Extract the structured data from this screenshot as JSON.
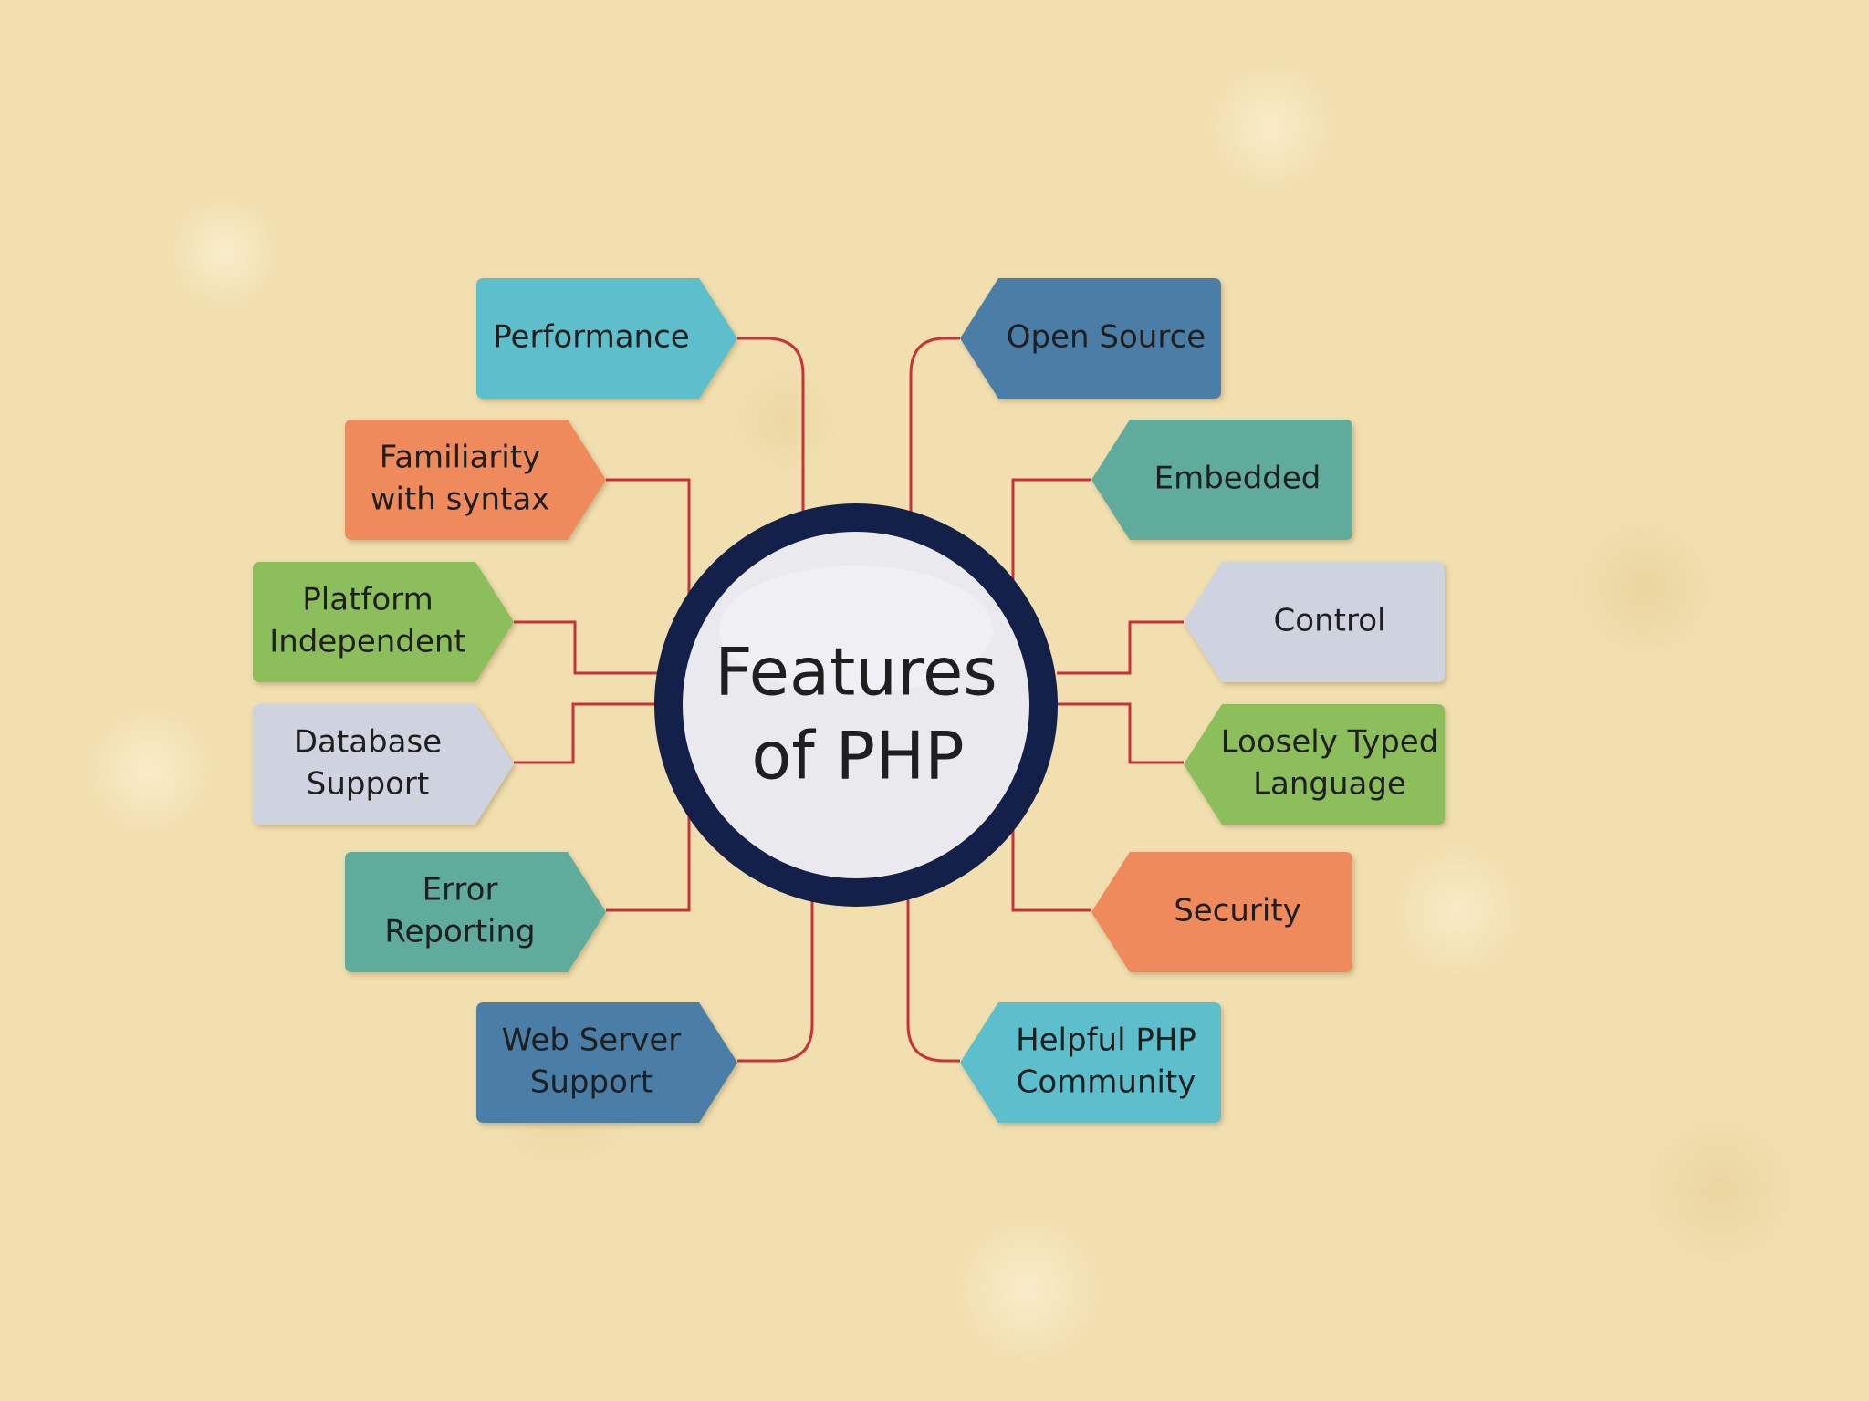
{
  "colors": {
    "connector": "#c8323a",
    "ring": "#13204a",
    "circle_fill": "#e9e9ee",
    "text_dark": "#1f1f1f"
  },
  "center": {
    "title_line1": "Features",
    "title_line2": "of PHP"
  },
  "nodes": [
    {
      "id": "performance",
      "lines": [
        "Performance"
      ],
      "color": "#5cbfcb"
    },
    {
      "id": "familiarity",
      "lines": [
        "Familiarity",
        "with syntax"
      ],
      "color": "#ef8a5c"
    },
    {
      "id": "platform",
      "lines": [
        "Platform",
        "Independent"
      ],
      "color": "#8dbe5c"
    },
    {
      "id": "database",
      "lines": [
        "Database",
        "Support"
      ],
      "color": "#cfd3e0"
    },
    {
      "id": "error",
      "lines": [
        "Error",
        "Reporting"
      ],
      "color": "#5fab9c"
    },
    {
      "id": "webserver",
      "lines": [
        "Web Server",
        "Support"
      ],
      "color": "#4b7ea6"
    },
    {
      "id": "opensource",
      "lines": [
        "Open Source"
      ],
      "color": "#4b7ea6"
    },
    {
      "id": "embedded",
      "lines": [
        "Embedded"
      ],
      "color": "#5fab9c"
    },
    {
      "id": "control",
      "lines": [
        "Control"
      ],
      "color": "#cfd3e0"
    },
    {
      "id": "loosely",
      "lines": [
        "Loosely Typed",
        "Language"
      ],
      "color": "#8dbe5c"
    },
    {
      "id": "security",
      "lines": [
        "Security"
      ],
      "color": "#ef8a5c"
    },
    {
      "id": "community",
      "lines": [
        "Helpful PHP",
        "Community"
      ],
      "color": "#5cbfcb"
    }
  ]
}
